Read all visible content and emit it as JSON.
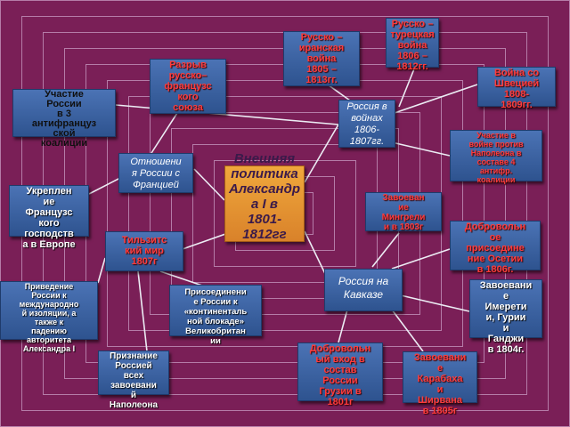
{
  "title": "Внешняя политика Александра I в 1801-1812гг",
  "colors": {
    "background": "#7a1f57",
    "box": "#3e64a4",
    "center": "#e8962f",
    "lines": "#e8e8f0"
  },
  "nodes": [
    {
      "id": "hub_wars",
      "text": "Россия в\nвойнах\n1806-\n1807гг."
    },
    {
      "id": "hub_france",
      "text": "Отношени\nя России с\nФранцией"
    },
    {
      "id": "hub_caucasus",
      "text": "Россия на\nКавказе"
    },
    {
      "id": "hub_tilsit",
      "text": "Тильзитс\nкий мир\n1807г"
    },
    {
      "id": "war_persia",
      "text": "Русско –\nиранская\nвойна\n1805 –\n1813гг."
    },
    {
      "id": "war_turkey",
      "text": "Русско –\nтурецкая\nвойна\n1806 –\n1812гг."
    },
    {
      "id": "war_sweden",
      "text": "Война со\nШвецией\n1808-\n1809гг."
    },
    {
      "id": "coalition_3",
      "text": "Участие\nРоссии\nв 3\nантифранцуз\nской\nкоалиции"
    },
    {
      "id": "coalition_4",
      "text": "Участие в\nвойне против\nНаполеона в\nсоставе 4\nантифр.\nкоалиции"
    },
    {
      "id": "break_union",
      "text": "Разрыв\nрусско–\nфранцузс\nкого\nсоюза"
    },
    {
      "id": "french_domination",
      "text": "Укреплен\nие\nФранцузс\nкого\nгосподств\nа в Европе"
    },
    {
      "id": "mingrelia",
      "text": "Завоеван\nие\nМингрели\nи в 1803г"
    },
    {
      "id": "ossetia",
      "text": "Добровольн\nое\nприсоедине\nние Осетии\nв 1806г."
    },
    {
      "id": "imereti",
      "text": "Завоевани\nе\nИмерети\nи, Гурии\nи\nГанджи\nв 1804г."
    },
    {
      "id": "isolation",
      "text": "Приведение\nРоссии к\nмеждународно\nй изоляции, а\nтакже к\nпадению\nавторитета\nАлександра I"
    },
    {
      "id": "blockade",
      "text": "Присоединени\nе России к\n«континенталь\nной блокаде»\nВеликобритан\nии"
    },
    {
      "id": "recognition",
      "text": "Признание\nРоссией\nвсех\nзавоевани\nй\nНаполеона"
    },
    {
      "id": "georgia",
      "text": "Добровольн\nый вход в\nсостав\nРоссии\nГрузии в\n1801г"
    },
    {
      "id": "karabakh",
      "text": "Завоевани\nе\nКарабаха\nи\nШирвана\nв 1805г"
    }
  ]
}
